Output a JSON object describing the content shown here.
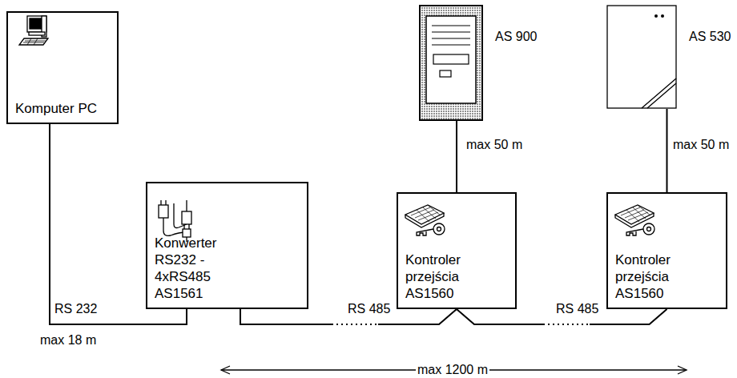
{
  "diagram": {
    "nodes": [
      {
        "text": [
          "Komputer PC"
        ]
      },
      {
        "text": [
          "Konwerter RS232 - 4xRS485 AS1561"
        ]
      },
      {
        "text": [
          "AS 900"
        ]
      },
      {
        "text": [
          "Kontroler przejścia AS1560"
        ]
      },
      {
        "text": [
          "AS 530"
        ]
      },
      {
        "text": [
          "Kontroler przejścia AS1560"
        ]
      }
    ],
    "edges": [
      {
        "from": 0,
        "to": 1,
        "label": "RS 232",
        "arrow": "none"
      },
      {
        "from": 1,
        "to": 3,
        "label": "RS 485",
        "arrow": "none"
      },
      {
        "from": 3,
        "to": 5,
        "label": "RS 485",
        "arrow": "none"
      },
      {
        "from": 2,
        "to": 3,
        "label": "max 50 m",
        "arrow": "none"
      },
      {
        "from": 4,
        "to": 5,
        "label": "max 50 m",
        "arrow": "none"
      }
    ],
    "labels": [
      "max 18 m",
      "max 1200 m"
    ]
  }
}
